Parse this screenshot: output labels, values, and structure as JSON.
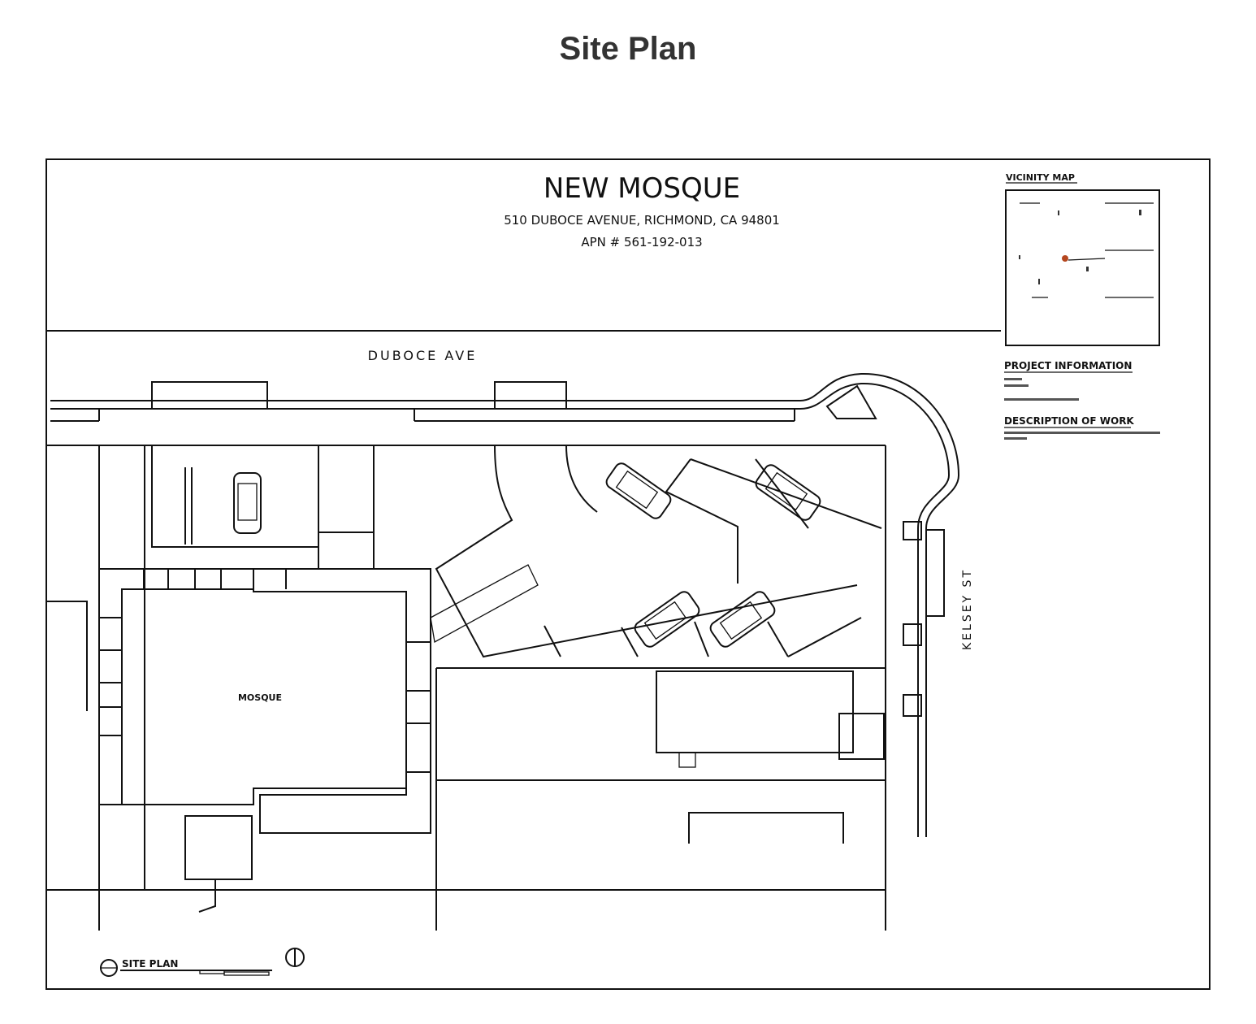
{
  "page_title": "Site Plan",
  "sheet": {
    "project_title": "NEW MOSQUE",
    "address": "510 DUBOCE AVENUE, RICHMOND, CA 94801",
    "apn": "APN # 561-192-013",
    "vicinity_map_label": "VICINITY MAP",
    "project_information_label": "PROJECT INFORMATION",
    "description_of_work_label": "DESCRIPTION OF WORK",
    "site_marker_color": "#b5471f"
  },
  "plan": {
    "street_top": "DUBOCE AVE",
    "street_right": "KELSEY ST",
    "building_label": "MOSQUE",
    "drawing_label": "SITE PLAN"
  }
}
